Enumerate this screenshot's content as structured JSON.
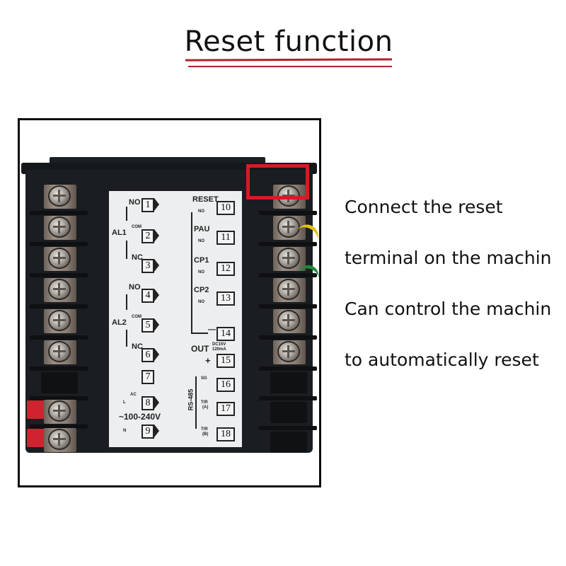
{
  "title": "Reset function",
  "colors": {
    "underline": "#b3202a",
    "highlight_box": "#d41c24",
    "device_body": "#1a1d21",
    "label_panel": "#eceeef",
    "wire_yellow": "#e0c21b",
    "wire_green": "#1e8a3a",
    "power_tab": "#d0232f"
  },
  "description_lines": [
    "Connect the reset",
    "terminal on the machin",
    "Can control the machin",
    "to automatically reset"
  ],
  "terminal_label": {
    "left_column": {
      "al1": {
        "group": "AL1",
        "no": "NO",
        "com": "COM",
        "nc": "NC",
        "terminals": [
          "1",
          "2",
          "3"
        ]
      },
      "al2": {
        "group": "AL2",
        "no": "NO",
        "com": "COM",
        "nc": "NC",
        "terminals": [
          "4",
          "5",
          "6"
        ]
      },
      "unused": "7",
      "power": {
        "ac": "AC",
        "l": "L",
        "n": "N",
        "voltage": "~100-240V",
        "terminals": [
          "8",
          "9"
        ]
      }
    },
    "right_column": {
      "inputs": [
        {
          "name": "RESET",
          "contact": "NO",
          "terminal": "10"
        },
        {
          "name": "PAU",
          "contact": "NO",
          "terminal": "11"
        },
        {
          "name": "CP1",
          "contact": "NO",
          "terminal": "12"
        },
        {
          "name": "CP2",
          "contact": "NO",
          "terminal": "13"
        }
      ],
      "out": {
        "label": "OUT",
        "spec_line1": "DC15V",
        "spec_line2": "120mA",
        "minus": "—",
        "plus": "+",
        "terminals": [
          "14",
          "15"
        ]
      },
      "rs485": {
        "label": "RS-485",
        "sg": "SG",
        "ta": "T/R",
        "ta_sub": "(A)",
        "tb": "T/R",
        "tb_sub": "(B)",
        "terminals": [
          "16",
          "17",
          "18"
        ]
      }
    }
  },
  "highlighted_terminal": "RESET (10)"
}
